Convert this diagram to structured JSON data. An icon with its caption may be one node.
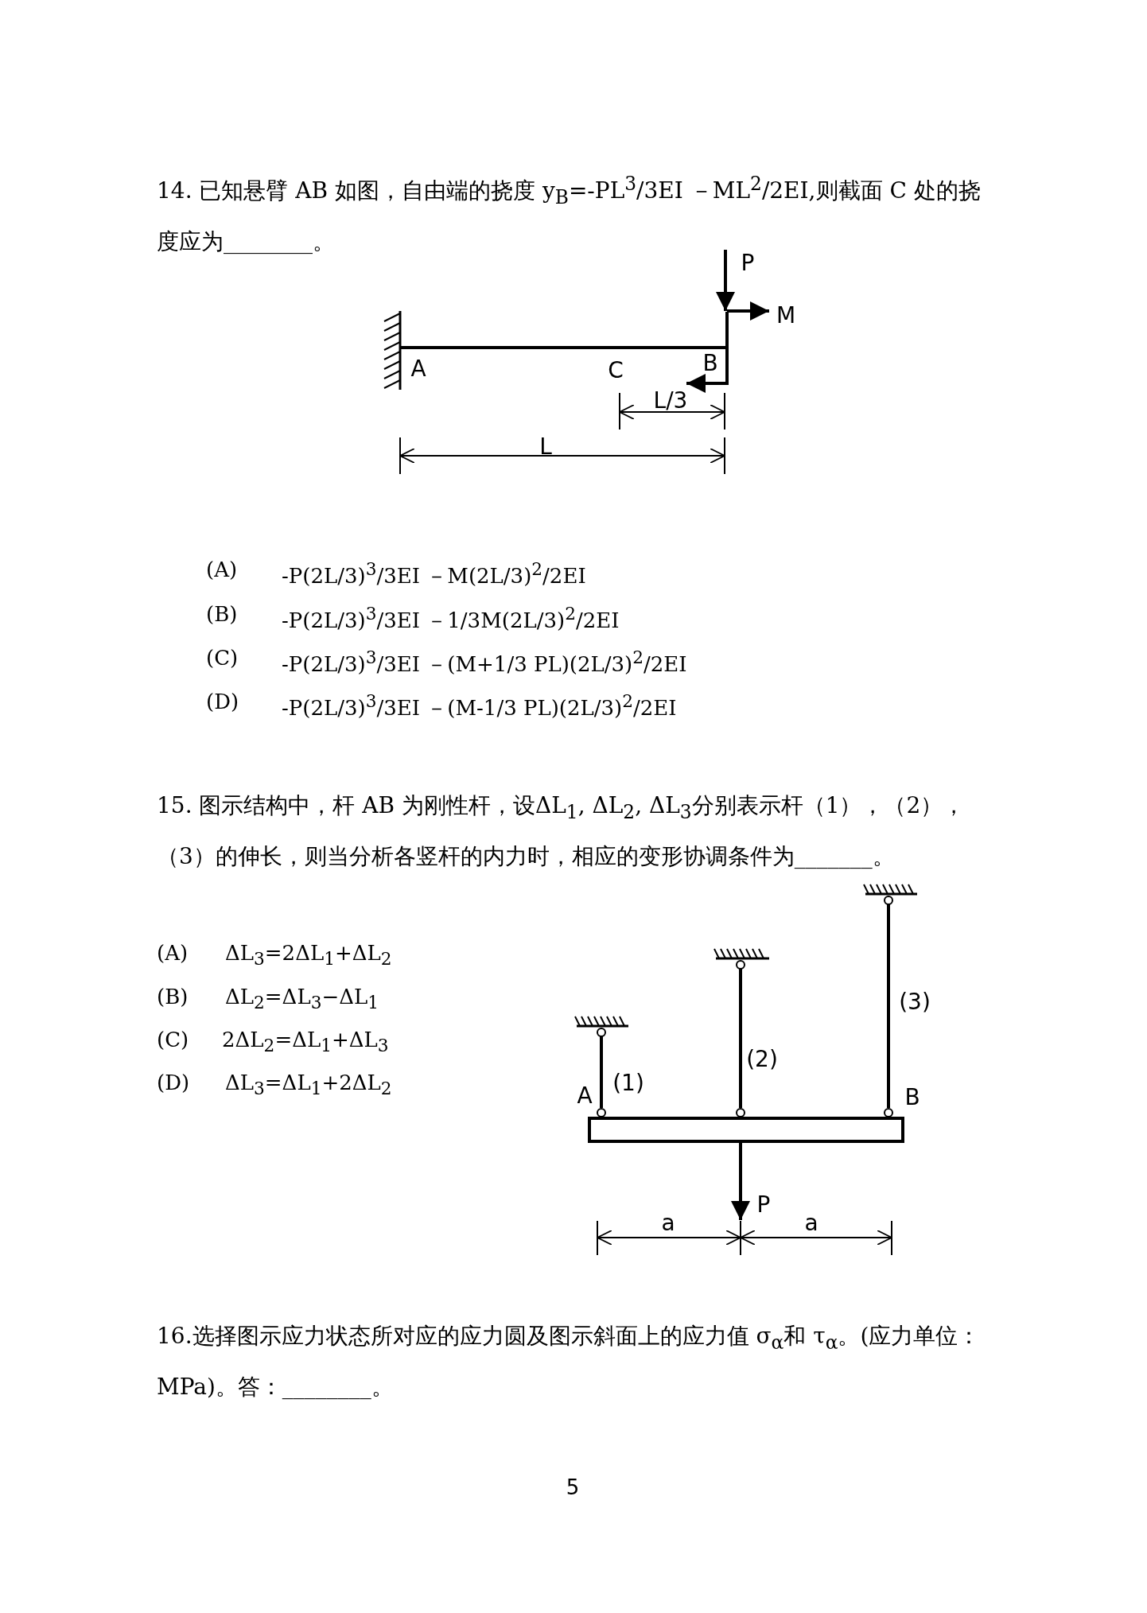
{
  "diagram": {
    "labels": [
      "14. 已知悬臂 AB 如图，自由端的挠度 y$_{B}$=-PL$^{3}$/3EI －ML$^{2}$/2EI,则截面 C 处的挠度应为________。",
      "P",
      "M",
      "A",
      "C",
      "B",
      "L/3",
      "L",
      "(A)",
      "-P(2L/3)$^{3}$/3EI －M(2L/3)$^{2}$/2EI",
      "(B)",
      "-P(2L/3)$^{3}$/3EI －1/3M(2L/3)$^{2}$/2EI",
      "(C)",
      "-P(2L/3)$^{3}$/3EI －(M+1/3 PL)(2L/3)$^{2}$/2EI",
      "(D)",
      "-P(2L/3)$^{3}$/3EI －(M-1/3 PL)(2L/3)$^{2}$/2EI",
      "15. 图示结构中，杆 AB 为刚性杆，设ΔL$_{1}$, ΔL$_{2}$, ΔL$_{3}$分别表示杆（1），（2），（3）的伸长，则当分析各竖杆的内力时，相应的变形协调条件为_______。",
      "(A)",
      "ΔL$_{3}$=2ΔL$_{1}$+ΔL$_{2}$",
      "(B)",
      "ΔL$_{2}$=ΔL$_{3}$−ΔL$_{1}$",
      "(C)",
      "2ΔL$_{2}$=ΔL$_{1}$+ΔL$_{3}$",
      "(D)",
      "ΔL$_{3}$=ΔL$_{1}$+2ΔL$_{2}$",
      "(3)",
      "(2)",
      "A",
      "(1)",
      "B",
      "P",
      "a",
      "a",
      "16.选择图示应力状态所对应的应力圆及图示斜面上的应力值 σ$_{α}$和 τ$_{α}$。(应力单位：MPa)。答：________。",
      "5"
    ]
  }
}
